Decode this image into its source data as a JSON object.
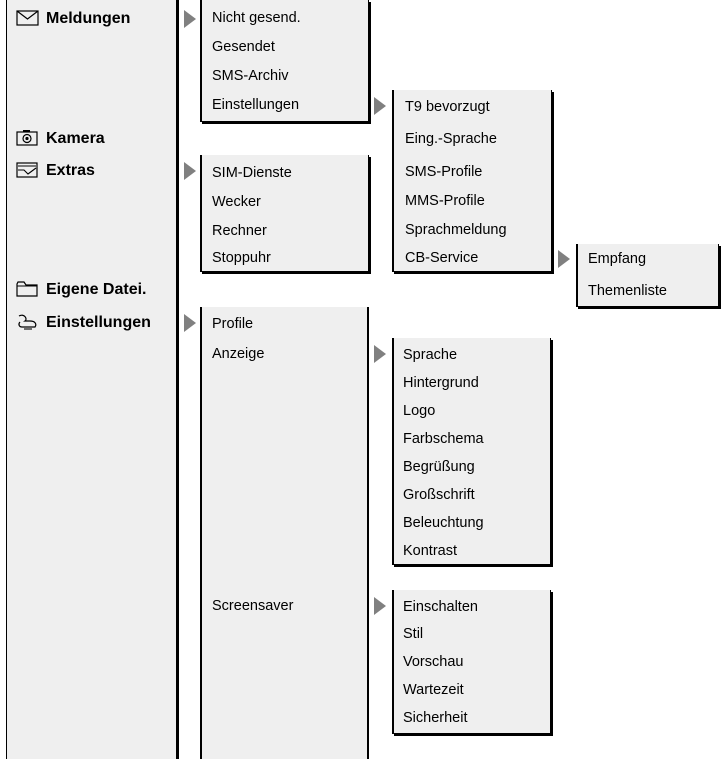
{
  "main_menu": [
    {
      "label": "Meldungen",
      "icon": "envelope-icon"
    },
    {
      "label": "Kamera",
      "icon": "camera-icon"
    },
    {
      "label": "Extras",
      "icon": "extras-icon"
    },
    {
      "label": "Eigene Datei.",
      "icon": "folder-icon"
    },
    {
      "label": "Einstellungen",
      "icon": "settings-icon"
    }
  ],
  "meldungen_menu": [
    "Nicht gesend.",
    "Gesendet",
    "SMS-Archiv",
    "Einstellungen"
  ],
  "meldungen_einstellungen_menu": [
    "T9 bevorzugt",
    "Eing.-Sprache",
    "SMS-Profile",
    "MMS-Profile",
    "Sprachmeldung",
    "CB-Service"
  ],
  "cb_service_menu": [
    "Empfang",
    "Themenliste"
  ],
  "extras_menu": [
    "SIM-Dienste",
    "Wecker",
    "Rechner",
    "Stoppuhr"
  ],
  "einstellungen_menu": [
    "Profile",
    "Anzeige",
    "Screensaver"
  ],
  "anzeige_menu": [
    "Sprache",
    "Hintergrund",
    "Logo",
    "Farbschema",
    "Begrüßung",
    "Großschrift",
    "Beleuchtung",
    "Kontrast"
  ],
  "screensaver_menu": [
    "Einschalten",
    "Stil",
    "Vorschau",
    "Wartezeit",
    "Sicherheit"
  ],
  "colors": {
    "panel": "#efefef",
    "arrow": "#808080",
    "border": "#000000"
  }
}
